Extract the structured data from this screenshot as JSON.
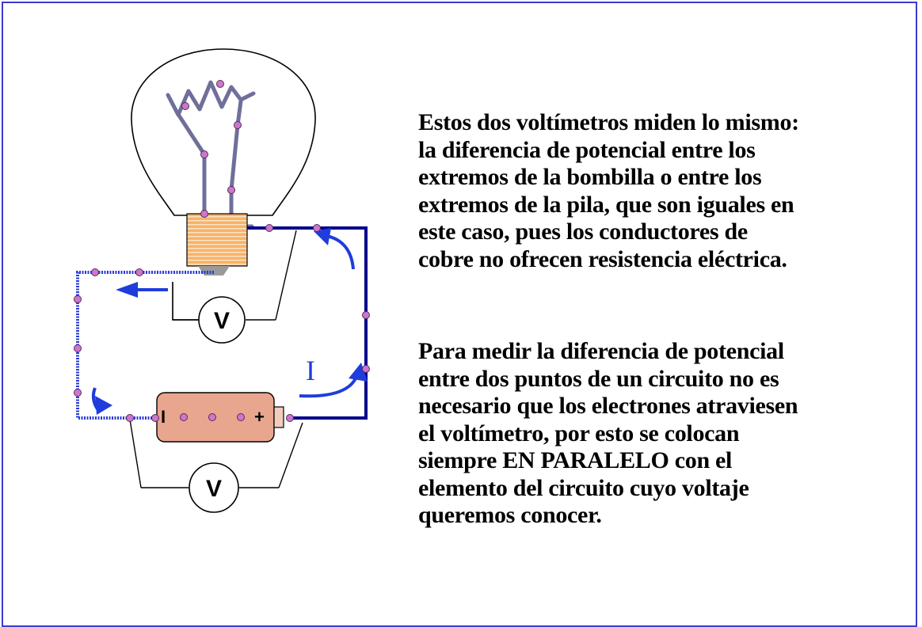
{
  "labels": {
    "voltmeter_top": "V",
    "voltmeter_bottom": "V",
    "current": "I",
    "battery_minus": "I",
    "battery_plus": "+"
  },
  "colors": {
    "frame": "#3b3bd0",
    "wire": "#00008b",
    "arrow": "#1f3cdc",
    "node": "#cc77cc",
    "filament": "#6f6f9a",
    "bulb_base": "#f0a55a",
    "battery": "#e8a68e"
  },
  "text": {
    "paragraph1": "Estos dos voltímetros miden lo mismo:\nla diferencia de potencial entre los\nextremos de la bombilla o entre los\nextremos de la pila, que son iguales en\neste caso, pues los conductores de\ncobre no ofrecen resistencia eléctrica.",
    "paragraph2_before": "Para medir la diferencia de potencial\nentre dos puntos de un circuito no es\nnecesario que los electrones atraviesen\nel voltímetro, por esto se colocan\nsiempre ",
    "paragraph2_bold": "EN PARALELO",
    "paragraph2_after": " con el\nelemento del circuito cuyo voltaje\nqueremos conocer."
  }
}
